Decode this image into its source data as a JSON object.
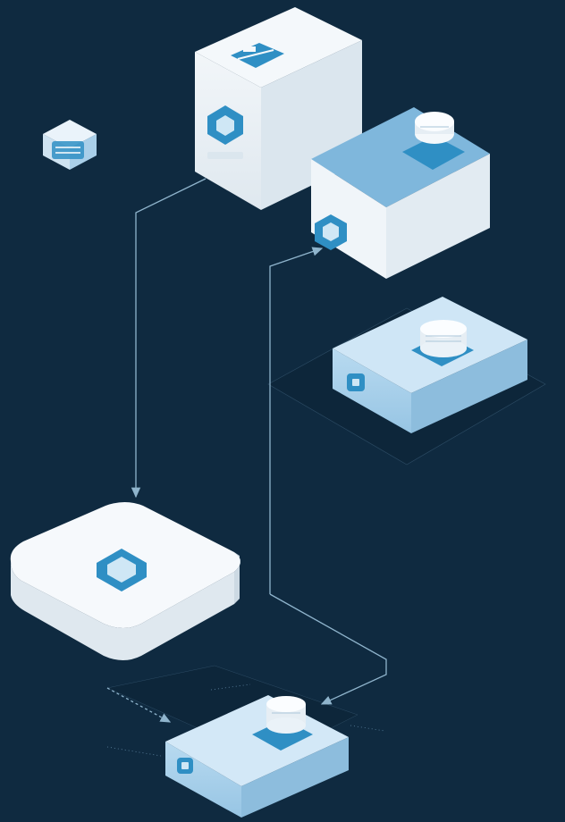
{
  "diagram": {
    "nodes": [
      {
        "id": "small-cube",
        "kind": "cube",
        "tone": "light",
        "emblem": "server-icon"
      },
      {
        "id": "tall-white-cube",
        "kind": "cube",
        "tone": "white",
        "emblem": "shield-icon",
        "top_emblem": "toolbox-icon"
      },
      {
        "id": "blue-cube",
        "kind": "cube",
        "tone": "blue",
        "emblem": "shield-icon",
        "top_emblem": "database-icon"
      },
      {
        "id": "blue-slab-upper",
        "kind": "slab",
        "tone": "blue",
        "emblem": "lock-icon",
        "top_emblem": "database-icon"
      },
      {
        "id": "white-slab",
        "kind": "slab",
        "tone": "white",
        "top_emblem": "shield-icon"
      },
      {
        "id": "blue-slab-lower",
        "kind": "slab",
        "tone": "blue",
        "emblem": "lock-icon",
        "top_emblem": "database-icon"
      }
    ],
    "connectors": [
      {
        "from": "tall-white-cube",
        "to": "white-slab",
        "arrow": "end"
      },
      {
        "from": "blue-slab-lower",
        "to": "blue-cube",
        "arrow": "end"
      },
      {
        "from": "white-slab",
        "to": "blue-slab-lower",
        "arrow": "end"
      }
    ]
  },
  "colors": {
    "background": "#0f2a40",
    "white_top": "#f4f8fb",
    "white_front": "#e6eef4",
    "white_side": "#ccd9e3",
    "blue_top": "#7fb7dc",
    "blue_front": "#a9d0ea",
    "blue_side": "#8dbddd",
    "accent": "#2f8fc4",
    "connector": "#8fb4cc"
  }
}
